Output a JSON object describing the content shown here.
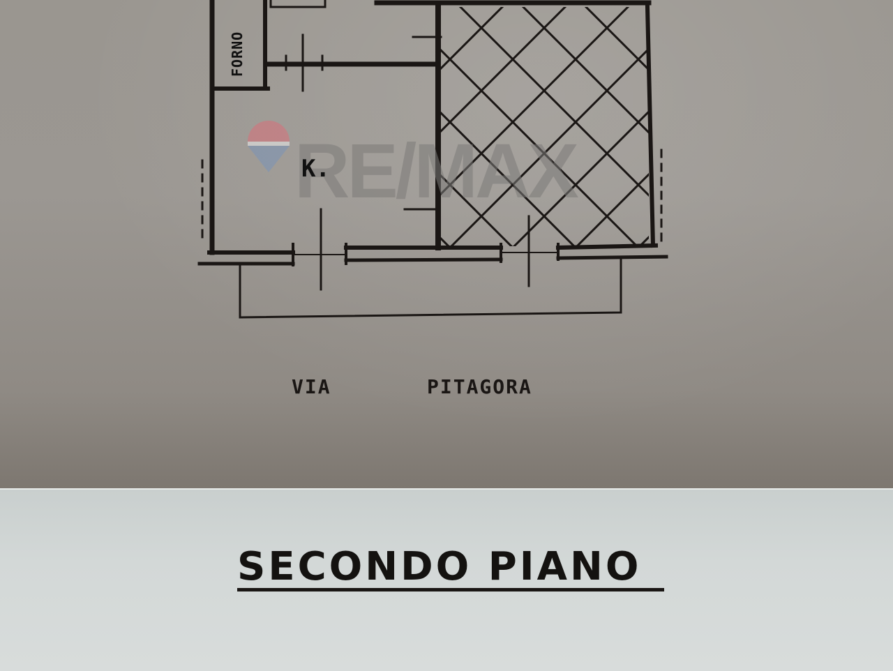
{
  "document": {
    "type": "floor plan photo",
    "title": "SECONDO PIANO",
    "street_label": {
      "prefix": "VIA",
      "name": "PITAGORA"
    },
    "rooms": [
      {
        "label": "FORNO"
      },
      {
        "label": "K."
      }
    ],
    "watermark": {
      "text": "RE/MAX",
      "logo": "balloon-icon",
      "colors": {
        "red": "#d9707a",
        "blue": "#7a93b8",
        "text": "#7c7a78"
      }
    }
  },
  "colors": {
    "paper_top": "#9a9690",
    "paper_bottom": "#d3d8d7",
    "ink": "#1a1614"
  }
}
